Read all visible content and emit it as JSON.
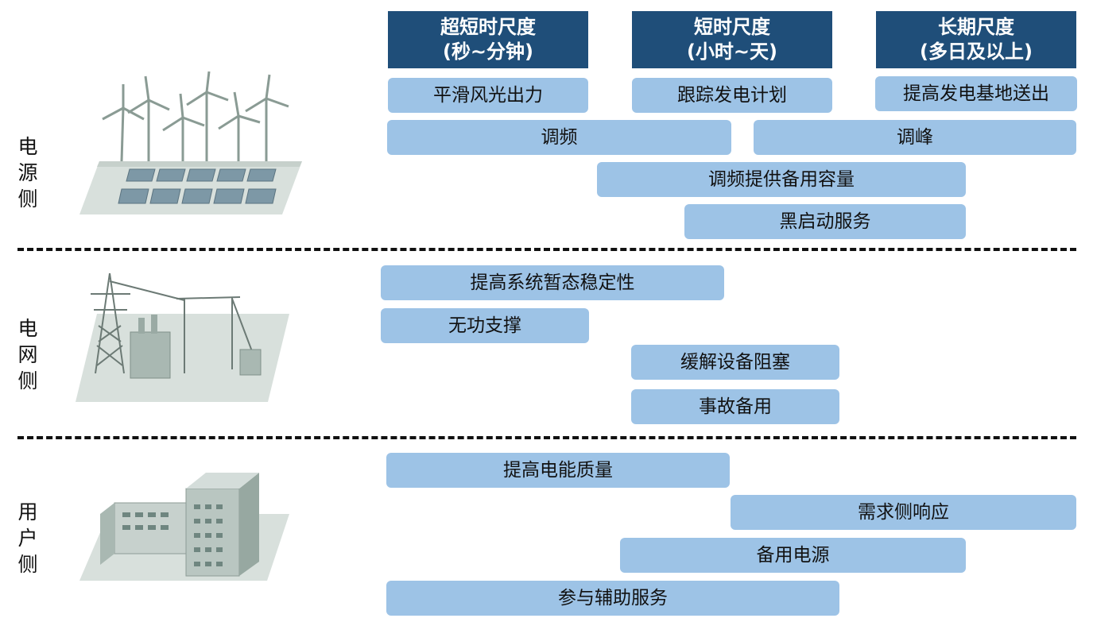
{
  "headers": [
    {
      "line1": "超短时尺度",
      "line2": "(秒~分钟)"
    },
    {
      "line1": "短时尺度",
      "line2": "(小时~天)"
    },
    {
      "line1": "长期尺度",
      "line2": "(多日及以上)"
    }
  ],
  "sections": [
    {
      "label": [
        "电",
        "源",
        "侧"
      ],
      "illustration": "wind-solar-farm",
      "bars": [
        "平滑风光出力",
        "跟踪发电计划",
        "提高发电基地送出",
        "调频",
        "调峰",
        "调频提供备用容量",
        "黑启动服务"
      ]
    },
    {
      "label": [
        "电",
        "网",
        "侧"
      ],
      "illustration": "substation-transmission",
      "bars": [
        "提高系统暂态稳定性",
        "无功支撑",
        "缓解设备阻塞",
        "事故备用"
      ]
    },
    {
      "label": [
        "用",
        "户",
        "侧"
      ],
      "illustration": "commercial-buildings",
      "bars": [
        "提高电能质量",
        "需求侧响应",
        "备用电源",
        "参与辅助服务"
      ]
    }
  ],
  "colors": {
    "header_bg": "#1f4e79",
    "bar_bg": "#9dc3e6",
    "divider": "#111111"
  }
}
